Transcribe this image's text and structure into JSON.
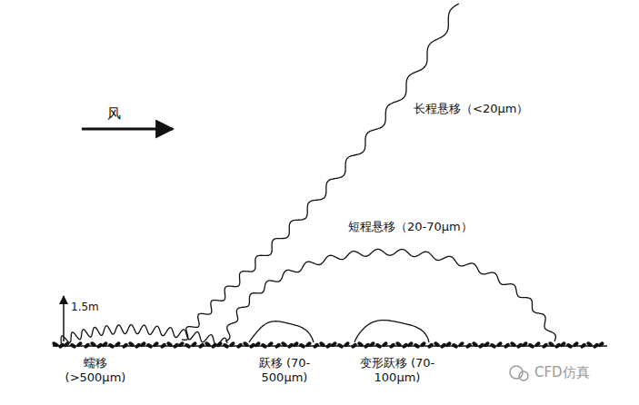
{
  "diagram": {
    "labels": [
      "风",
      "长程悬移（<20μm）",
      "短程悬移（20-70μm）",
      "1.5m",
      "蠕移 (>500μm)",
      "跃移 (70-500μm)",
      "变形跃移 (70-100μm)",
      "CFD仿真"
    ]
  }
}
